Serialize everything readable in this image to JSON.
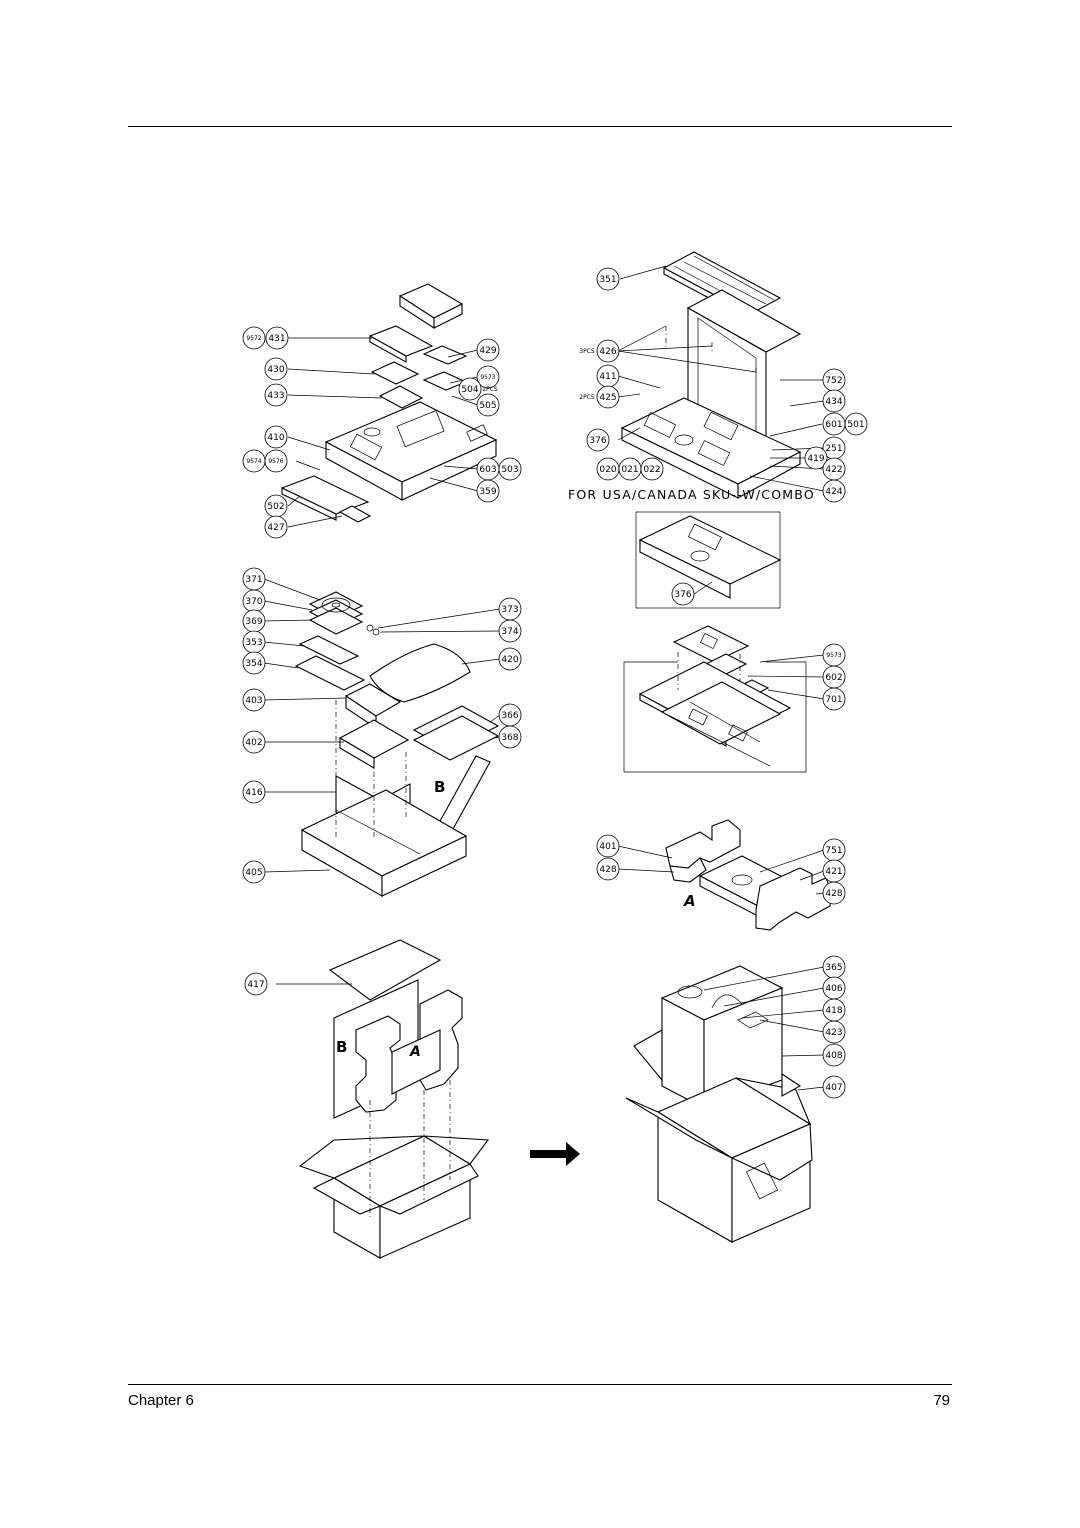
{
  "footer": {
    "chapter": "Chapter 6",
    "page_number": "79"
  },
  "captions": {
    "usa_canada": "FOR USA/CANADA SKU--W/COMBO",
    "label_a1": "A",
    "label_a2": "A",
    "label_b1": "B",
    "label_b2": "B"
  },
  "callouts": {
    "c9572": "9572",
    "c431": "431",
    "c429": "429",
    "c430": "430",
    "c9573a": "9573",
    "c433": "433",
    "c504": "504",
    "c2pcs_a": "2PCS",
    "c505": "505",
    "c410": "410",
    "c9574": "9574",
    "c9576": "9576",
    "c603": "603",
    "c503": "503",
    "c359": "359",
    "c502": "502",
    "c427": "427",
    "c351": "351",
    "c3pcs": "3PCS",
    "c426": "426",
    "c411": "411",
    "c752": "752",
    "c2pcs_b": "2PCS",
    "c425": "425",
    "c434": "434",
    "c376a": "376",
    "c601": "601",
    "c501": "501",
    "c251": "251",
    "c419": "419",
    "c020": "020",
    "c021": "021",
    "c022": "022",
    "c422": "422",
    "c424": "424",
    "c376b": "376",
    "c371": "371",
    "c370": "370",
    "c369": "369",
    "c373": "373",
    "c374": "374",
    "c353": "353",
    "c354": "354",
    "c420": "420",
    "c403": "403",
    "c366": "366",
    "c402": "402",
    "c368": "368",
    "c416": "416",
    "c405": "405",
    "c9573b": "9573",
    "c602": "602",
    "c701": "701",
    "c401": "401",
    "c751": "751",
    "c428a": "428",
    "c421": "421",
    "c428b": "428",
    "c417": "417",
    "c365": "365",
    "c406": "406",
    "c418": "418",
    "c423": "423",
    "c408": "408",
    "c407": "407"
  }
}
